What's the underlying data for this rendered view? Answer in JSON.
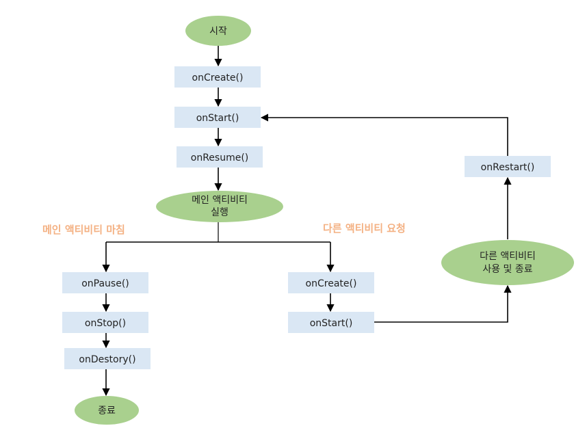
{
  "nodes": {
    "start": "시작",
    "on_create": "onCreate()",
    "on_start": "onStart()",
    "on_resume": "onResume()",
    "main_activity_running": [
      "메인 액티비티",
      "실행"
    ],
    "on_pause": "onPause()",
    "on_stop": "onStop()",
    "on_destory": "onDestory()",
    "end": "종료",
    "on_create_2": "onCreate()",
    "on_start_2": "onStart()",
    "other_activity_use_end": [
      "다른 액티비티",
      "사용 및 종료"
    ],
    "on_restart": "onRestart()"
  },
  "conditions": {
    "main_activity_finish": "메인 액티비티 마침",
    "other_activity_request": "다른 액티비티 요청"
  },
  "colors": {
    "box_fill": "#dae7f4",
    "oval_fill": "#a9d08e",
    "condition_text": "#f4b183"
  }
}
